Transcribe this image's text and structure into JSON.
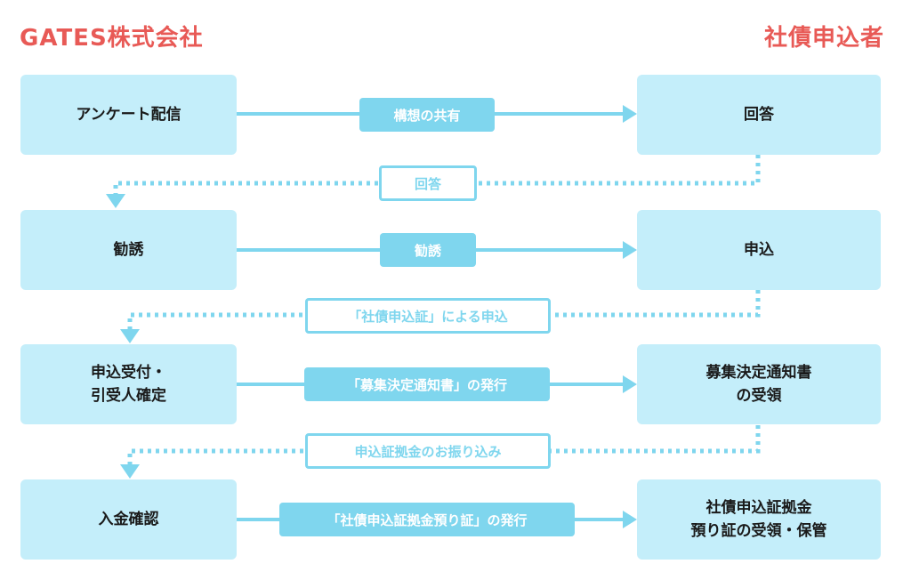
{
  "headers": {
    "left": "GATES株式会社",
    "right": "社債申込者"
  },
  "left_boxes": [
    "アンケート配信",
    "勧誘",
    "申込受付・\n引受人確定",
    "入金確認"
  ],
  "right_boxes": [
    "回答",
    "申込",
    "募集決定通知書\nの受領",
    "社債申込証拠金\n預り証の受領・保管"
  ],
  "forward_labels": [
    "構想の共有",
    "勧誘",
    "「募集決定通知書」の発行",
    "「社債申込証拠金預り証」の発行"
  ],
  "return_labels": [
    "回答",
    "「社債申込証」による申込",
    "申込証拠金のお振り込み"
  ],
  "colors": {
    "header": "#e85a56",
    "box_fill": "#c4eefa",
    "arrow": "#7fd6ee",
    "label_text_filled": "#ffffff"
  }
}
